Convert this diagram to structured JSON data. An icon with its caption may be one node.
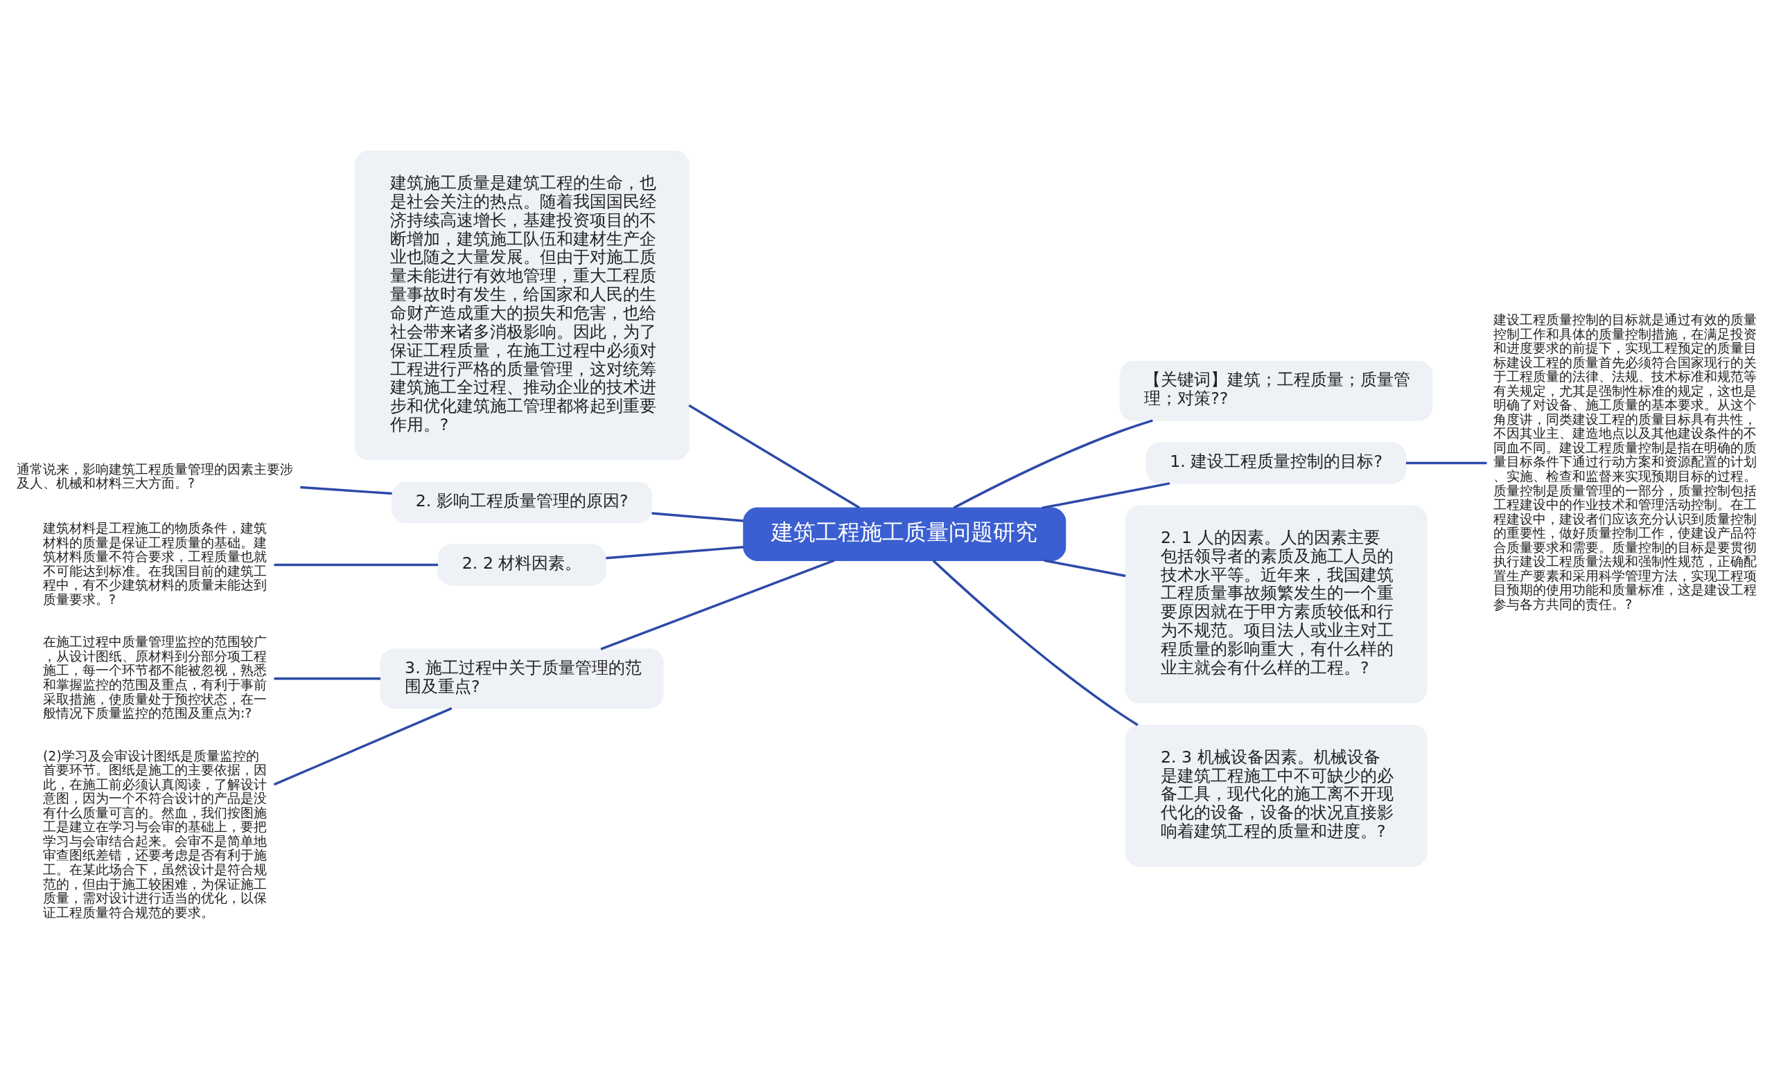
{
  "diagram": {
    "nodes": [
      {
        "text": [
          "建筑工程施工质量问题研究"
        ]
      },
      {
        "text": [
          "【关键词】建筑；工程质量；质量管理；对策??"
        ]
      },
      {
        "text": [
          "1. 建设工程质量控制的目标?"
        ]
      },
      {
        "text": [
          "建设工程质量控制的目标就是通过有效的质量控制工作和具体的质量控制措施，在满足投资和进度要求的前提下，实现工程预定的质量目标建设工程的质量首先必须符合国家现行的关于工程质量的法律、法规、技术标准和规范等有关规定，尤其是强制性标准的规定，这也是明确了对设备、施工质量的基本要求。从这个角度讲，同类建设工程的质量目标具有共性，不因其业主、建造地点以及其他建设条件的不同血不同。建设工程质量控制是指在明确的质量目标条件下通过行动方案和资源配置的计划、实施、检查和监督来实现预期目标的过程。质量控制是质量管理的一部分，质量控制包括工程建设中的作业技术和管理活动控制。在工程建设中，建设者们应该充分认识到质量控制的重要性，做好质量控制工作，使建设产品符合质量要求和需要。质量控制的目标是要贯彻执行建设工程质量法规和强制性规范，正确配置生产要素和采用科学管理方法，实现工程项目预期的使用功能和质量标准，这是建设工程参与各方共同的责任。?"
        ]
      },
      {
        "text": [
          "2. 1 人的因素。人的因素主要包括领导者的素质及施工人员的技术水平等。近年来，我国建筑工程质量事故频繁发生的一个重要原因就在于甲方素质较低和行为不规范。项目法人或业主对工程质量的影响重大，有什么样的业主就会有什么样的工程。?"
        ]
      },
      {
        "text": [
          "2. 3 机械设备因素。机械设备是建筑工程施工中不可缺少的必备工具，现代化的施工离不开现代化的设备，设备的状况直接影响着建筑工程的质量和进度。?"
        ]
      },
      {
        "text": [
          "建筑施工质量是建筑工程的生命，也是社会关注的热点。随着我国国民经济持续高速增长，基建投资项目的不断增加，建筑施工队伍和建材生产企业也随之大量发展。但由于对施工质量未能进行有效地管理，重大工程质量事故时有发生，给国家和人民的生命财产造成重大的损失和危害，也给社会带来诸多消极影响。因此，为了保证工程质量，在施工过程中必须对工程进行严格的质量管理，这对统筹建筑施工全过程、推动企业的技术进步和优化建筑施工管理都将起到重要作用。?"
        ]
      },
      {
        "text": [
          "2. 影响工程质量管理的原因?"
        ]
      },
      {
        "text": [
          "通常说来，影响建筑工程质量管理的因素主要涉及人、机械和材料三大方面。?"
        ]
      },
      {
        "text": [
          "2. 2 材料因素。"
        ]
      },
      {
        "text": [
          "建筑材料是工程施工的物质条件，建筑材料的质量是保证工程质量的基础。建筑材料质量不符合要求，工程质量也就不可能达到标准。在我国目前的建筑工程中，有不少建筑材料的质量未能达到质量要求。?"
        ]
      },
      {
        "text": [
          "3. 施工过程中关于质量管理的范围及重点?"
        ]
      },
      {
        "text": [
          "在施工过程中质量管理监控的范围较广，从设计图纸、原材料到分部分项工程施工，每一个环节都不能被忽视，熟悉和掌握监控的范围及重点，有利于事前采取措施，使质量处于预控状态，在一般情况下质量监控的范围及重点为:?"
        ]
      },
      {
        "text": [
          "(2)学习及会审设计图纸是质量监控的首要环节。图纸是施工的主要依据，因此，在施工前必须认真阅读，了解设计意图，因为一个不符合设计的产品是没有什么质量可言的。然血，我们按图施工是建立在学习与会审的基础上，要把学习与会审结合起来。会审不是简单地审查图纸差错，还要考虑是否有利于施工。在某此场合下，虽然设计是符合规范的，但由于施工较困难，为保证施工质量，需对设计进行适当的优化，以保证工程质量符合规范的要求。"
        ]
      }
    ],
    "edges": [
      {
        "from": 0,
        "to": 1,
        "arrow": "none"
      },
      {
        "from": 0,
        "to": 2,
        "arrow": "none"
      },
      {
        "from": 2,
        "to": 3,
        "arrow": "none"
      },
      {
        "from": 0,
        "to": 4,
        "arrow": "none"
      },
      {
        "from": 0,
        "to": 5,
        "arrow": "none"
      },
      {
        "from": 6,
        "to": 0,
        "arrow": "none"
      },
      {
        "from": 8,
        "to": 7,
        "arrow": "none"
      },
      {
        "from": 7,
        "to": 0,
        "arrow": "none"
      },
      {
        "from": 10,
        "to": 9,
        "arrow": "none"
      },
      {
        "from": 9,
        "to": 0,
        "arrow": "none"
      },
      {
        "from": 12,
        "to": 11,
        "arrow": "none"
      },
      {
        "from": 13,
        "to": 11,
        "arrow": "none"
      },
      {
        "from": 11,
        "to": 0,
        "arrow": "none"
      }
    ]
  }
}
